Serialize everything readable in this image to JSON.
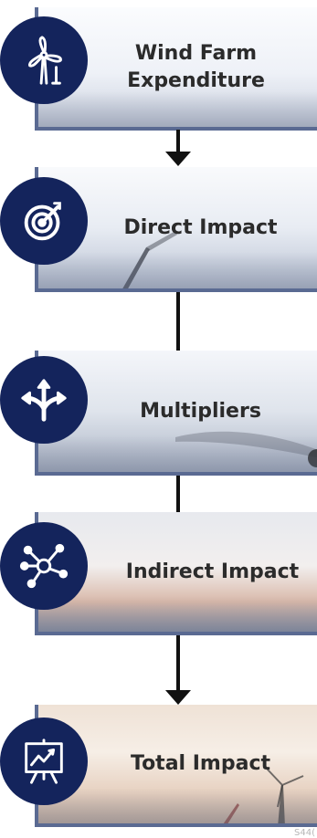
{
  "steps": [
    {
      "label_line1": "Wind Farm",
      "label_line2": "Expenditure",
      "icon": "wind-turbine-icon"
    },
    {
      "label": "Direct Impact",
      "icon": "target-icon"
    },
    {
      "label": "Multipliers",
      "icon": "split-arrows-icon"
    },
    {
      "label": "Indirect Impact",
      "icon": "network-hub-icon"
    },
    {
      "label": "Total Impact",
      "icon": "growth-chart-board-icon"
    }
  ],
  "colors": {
    "icon_circle": "#14245c",
    "connector": "#111111",
    "card_border": "#5a6a92",
    "text": "#2b2b2b"
  },
  "watermark": "S44("
}
